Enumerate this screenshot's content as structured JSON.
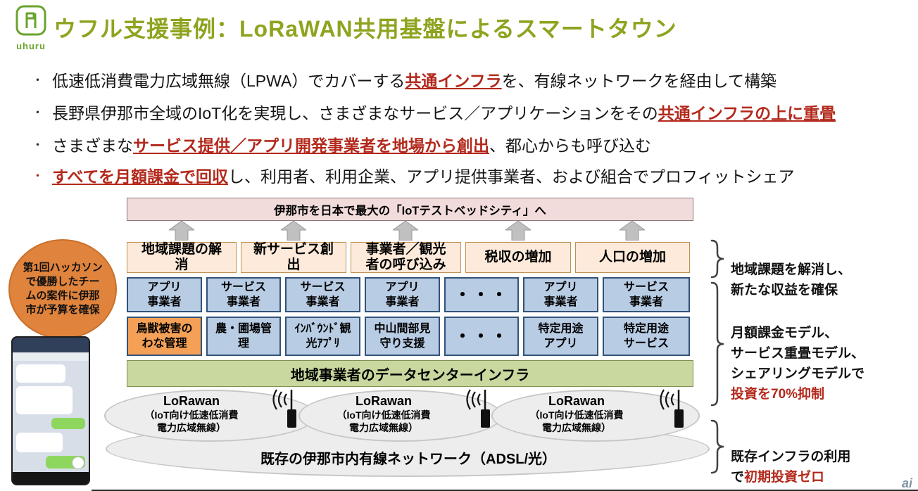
{
  "header": {
    "logo_text": "uhuru",
    "title": "ウフル支援事例：LoRaWAN共用基盤によるスマートタウン"
  },
  "bullet_char": "・",
  "bullets": [
    {
      "pre": "低速低消費電力広域無線（LPWA）でカバーする",
      "em": "共通インフラ",
      "post": "を、有線ネットワークを経由して構築"
    },
    {
      "pre": "長野県伊那市全域のIoT化を実現し、さまざまなサービス／アプリケーションをその",
      "em": "共通インフラの上に重畳",
      "post": ""
    },
    {
      "pre": "さまざまな",
      "em": "サービス提供／アプリ開発事業者を地場から創出",
      "post": "、都心からも呼び込む"
    },
    {
      "pre": "",
      "em": "すべてを月額課金で回収",
      "post": "し、利用者、利用企業、アプリ提供事業者、および組合でプロフィットシェア"
    }
  ],
  "callout": {
    "text": "第1回ハッカソン\nで優勝したチー\nムの案件に伊那\n市が予算を確保"
  },
  "diagram": {
    "vision": "伊那市を日本で最大の「IoTテストベッドシティ」へ",
    "outcomes": [
      "地域課題の解\n消",
      "新サービス創\n出",
      "事業者／観光\n者の呼び込み",
      "税収の増加",
      "人口の増加"
    ],
    "providers": [
      "アプリ\n事業者",
      "サービス\n事業者",
      "サービス\n事業者",
      "アプリ\n事業者",
      "・・・",
      "アプリ\n事業者",
      "サービス\n事業者"
    ],
    "apps": [
      "鳥獣被害の\nわな管理",
      "農・圃場管\n理",
      "ｲﾝﾊﾞｳﾝﾄﾞ観\n光ｱﾌﾟﾘ",
      "中山間部見\n守り支援",
      "・・・",
      "特定用途\nアプリ",
      "特定用途\nサービス"
    ],
    "datacenter": "地域事業者のデータセンターインフラ",
    "lorawan": {
      "name": "LoRawan",
      "desc": "（IoT向け低速低消費\n電力広域無線）"
    },
    "wired": "既存の伊那市内有線ネットワーク（ADSL/光）"
  },
  "annotations": [
    {
      "black": "地域課題を解消し、\n新たな収益を確保",
      "red": ""
    },
    {
      "black": "月額課金モデル、\nサービス重畳モデル、\nシェアリングモデルで\n",
      "red": "投資を70%抑制"
    },
    {
      "black": "既存インフラの利用\nで",
      "red": "初期投資ゼロ"
    }
  ],
  "footer": {
    "watermark": "ai"
  },
  "colors": {
    "title_green": "#8fa31f",
    "emphasis_red": "#b3291c",
    "box_pink": "#f2dcdb",
    "box_cream": "#fdeada",
    "box_blue": "#b8cce4",
    "box_orange": "#f4a157",
    "box_green": "#c8d89e",
    "callout_orange": "#e0833c"
  }
}
